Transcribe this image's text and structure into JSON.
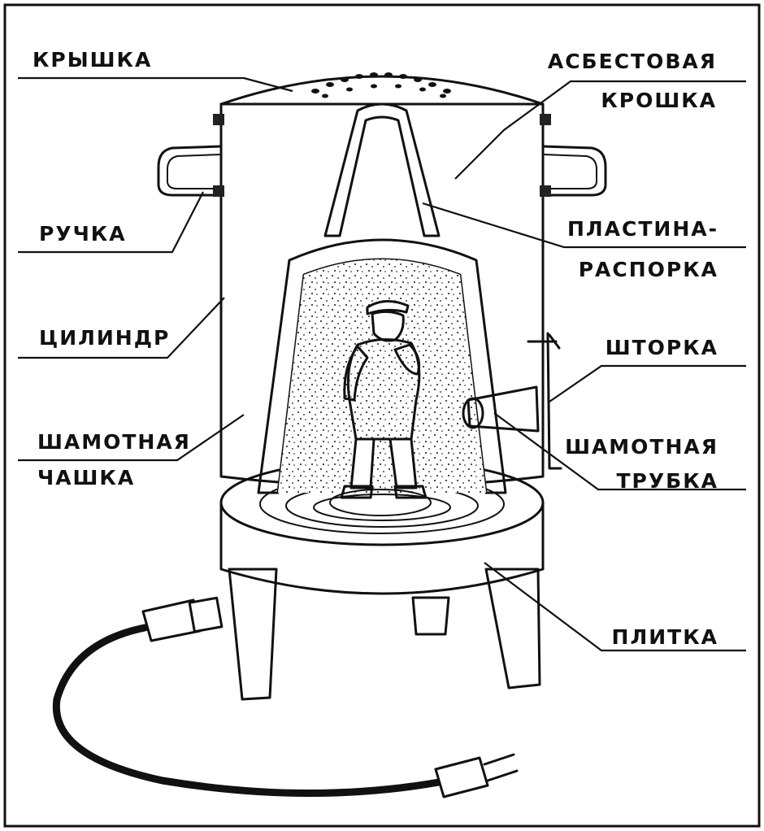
{
  "labels": {
    "lid": "КРЫШКА",
    "asbestos_1": "АСБЕСТОВАЯ",
    "asbestos_2": "КРОШКА",
    "handle": "РУЧКА",
    "spacer_1": "ПЛАСТИНА-",
    "spacer_2": "РАСПОРКА",
    "cylinder": "ЦИЛИНДР",
    "shutter": "ШТОРКА",
    "cup_1": "ШАМОТНАЯ",
    "cup_2": "ЧАШКА",
    "tube_1": "ШАМОТНАЯ",
    "tube_2": "ТРУБКА",
    "stove": "ПЛИТКА"
  },
  "colors": {
    "ink": "#111111",
    "paper": "#ffffff"
  }
}
